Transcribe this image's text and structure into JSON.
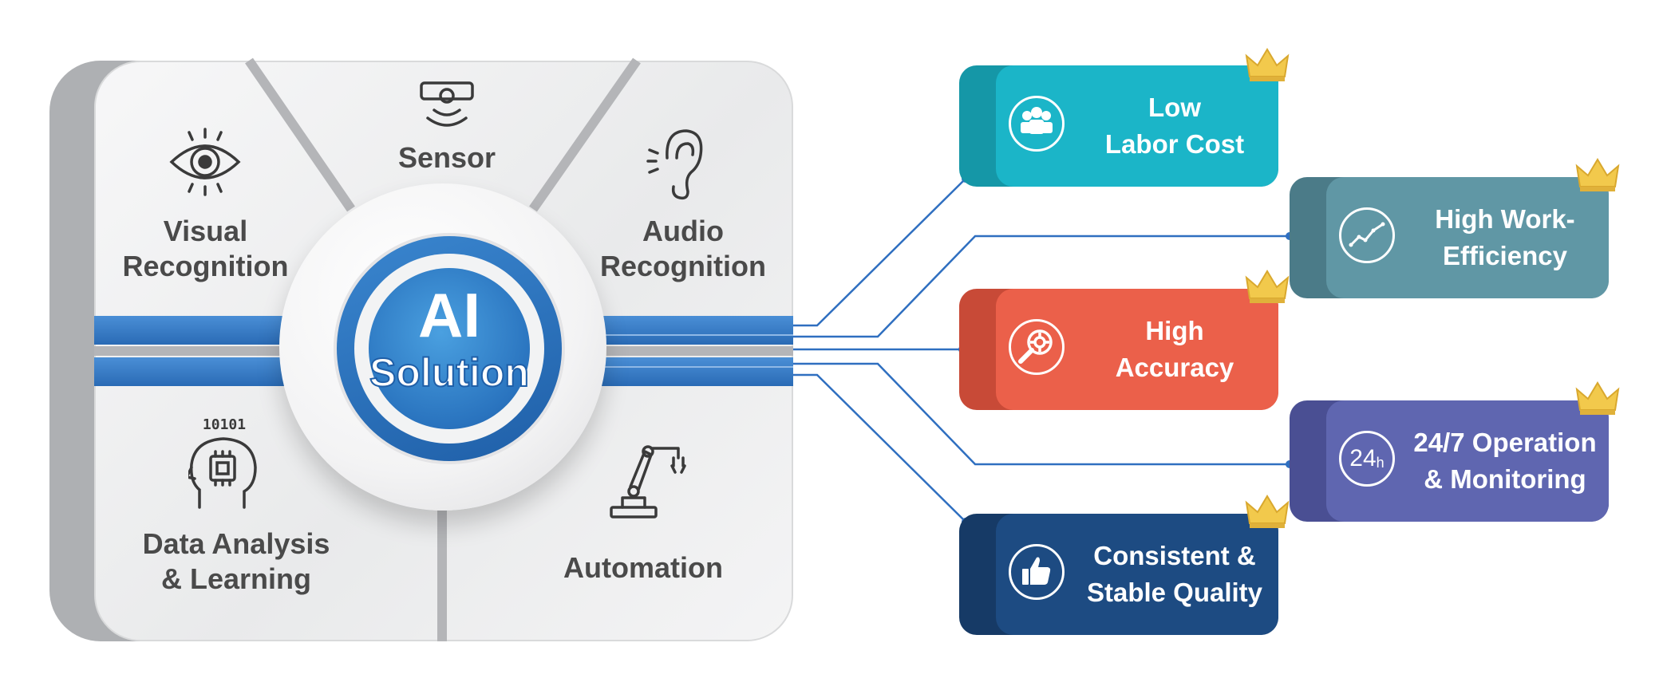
{
  "hub": {
    "title_line1": "AI",
    "title_line2": "Solution"
  },
  "segments": [
    {
      "id": "visual",
      "lines": [
        "Visual",
        "Recognition"
      ],
      "icon": "eye-icon"
    },
    {
      "id": "sensor",
      "lines": [
        "Sensor"
      ],
      "icon": "sensor-icon"
    },
    {
      "id": "audio",
      "lines": [
        "Audio",
        "Recognition"
      ],
      "icon": "ear-icon"
    },
    {
      "id": "data",
      "lines": [
        "Data Analysis",
        "& Learning"
      ],
      "icon": "brain-chip-icon",
      "icon_text": "10101"
    },
    {
      "id": "automation",
      "lines": [
        "Automation"
      ],
      "icon": "robot-arm-icon"
    }
  ],
  "benefits": [
    {
      "id": "labor",
      "lines": [
        "Low",
        "Labor Cost"
      ],
      "icon": "people-icon",
      "color": "#1bb5c8",
      "dark": "#1597a7"
    },
    {
      "id": "efficiency",
      "lines": [
        "High Work-",
        "Efficiency"
      ],
      "icon": "trend-chart-icon",
      "color": "#6097a5",
      "dark": "#4b7b88"
    },
    {
      "id": "accuracy",
      "lines": [
        "High",
        "Accuracy"
      ],
      "icon": "target-search-icon",
      "color": "#eb604a",
      "dark": "#c84a37"
    },
    {
      "id": "operation",
      "lines": [
        "24/7 Operation",
        "& Monitoring"
      ],
      "icon": "24h-icon",
      "icon_text": "24",
      "icon_sub": "h",
      "color": "#5f66b0",
      "dark": "#4a4f93"
    },
    {
      "id": "quality",
      "lines": [
        "Consistent &",
        "Stable Quality"
      ],
      "icon": "thumbs-up-icon",
      "color": "#1d4b82",
      "dark": "#163a66"
    }
  ],
  "colors": {
    "blue": "#2f79c4",
    "gray": "#b4b5b8",
    "crown": "#f2c94c"
  }
}
